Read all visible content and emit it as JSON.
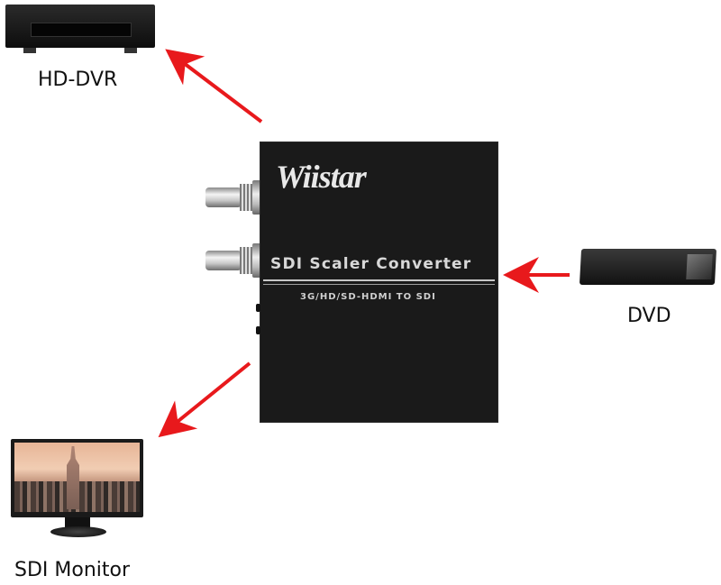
{
  "diagram": {
    "center_device": {
      "brand": "Wiistar",
      "title": "SDI Scaler Converter",
      "subtitle": "3G/HD/SD-HDMI TO SDI",
      "ports": [
        "bnc-sdi-out-1",
        "bnc-sdi-out-2"
      ]
    },
    "nodes": [
      {
        "id": "hd-dvr",
        "label": "HD-DVR",
        "role": "output"
      },
      {
        "id": "dvd",
        "label": "DVD",
        "role": "input"
      },
      {
        "id": "sdi-monitor",
        "label": "SDI Monitor",
        "role": "output"
      }
    ],
    "edges": [
      {
        "from": "dvd",
        "to": "converter"
      },
      {
        "from": "converter",
        "to": "hd-dvr"
      },
      {
        "from": "converter",
        "to": "sdi-monitor"
      }
    ],
    "arrow_color": "#e8191c"
  }
}
